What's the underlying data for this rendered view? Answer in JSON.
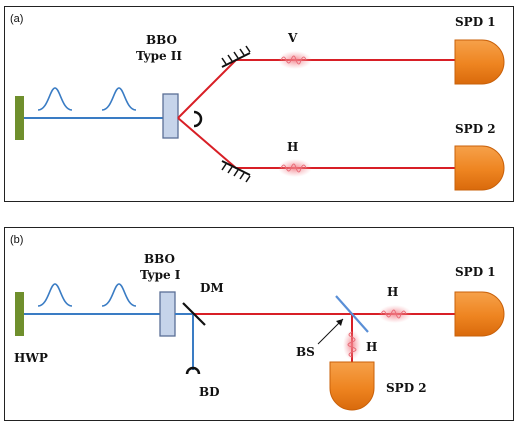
{
  "panel_a": {
    "panel_label": "(a)",
    "crystal_label_line1": "BBO",
    "crystal_label_line2": "Type II",
    "upper_photon_label": "V",
    "lower_photon_label": "H",
    "detector1_label": "SPD 1",
    "detector2_label": "SPD 2"
  },
  "panel_b": {
    "panel_label": "(b)",
    "crystal_label_line1": "BBO",
    "crystal_label_line2": "Type I",
    "dichroic_label": "DM",
    "waveplate_label": "HWP",
    "beam_dump_label": "BD",
    "beamsplitter_label": "BS",
    "photon_label_right": "H",
    "photon_label_down": "H",
    "detector1_label": "SPD 1",
    "detector2_label": "SPD 2"
  },
  "colors": {
    "pump_beam": "#3a7cc4",
    "photon_beam": "#d81f26",
    "laser_block": "#6f8f2d",
    "detector_fill": "#f08a24",
    "crystal_fill": "#c6d4ea",
    "photon_glow": "#f4a3aa"
  }
}
